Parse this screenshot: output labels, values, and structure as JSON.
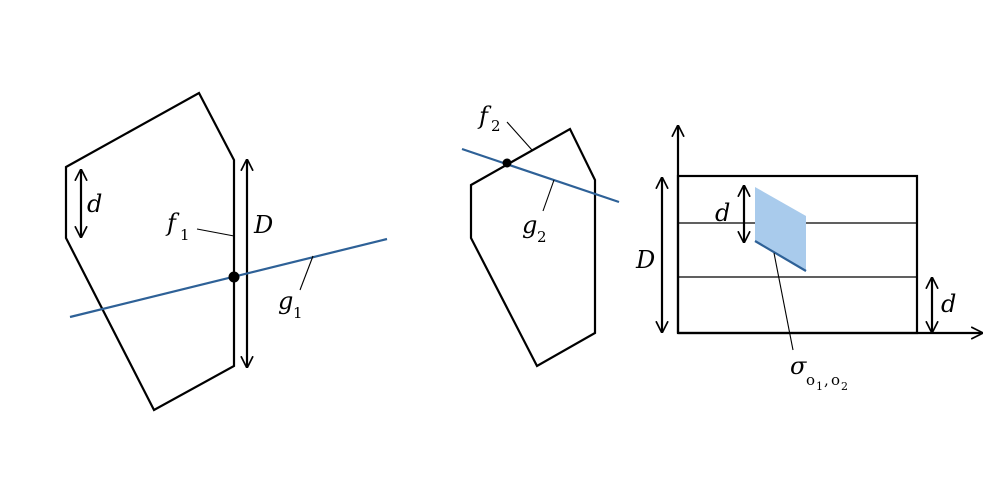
{
  "colors": {
    "ink": "#000000",
    "line_blue": "#2e6197",
    "region_fill": "#a9cbec"
  },
  "panel_left": {
    "f_label": "f",
    "f_sub": "1",
    "g_label": "g",
    "g_sub": "1",
    "d_label": "d",
    "D_label": "D"
  },
  "panel_middle": {
    "f_label": "f",
    "f_sub": "2",
    "g_label": "g",
    "g_sub": "2"
  },
  "panel_right": {
    "D_label": "D",
    "d_label_inner": "d",
    "d_label_outer": "d",
    "sigma_label": "σ",
    "sigma_sub_o1": "o",
    "sigma_sub_o1_index": "1",
    "sigma_sub_comma": ",",
    "sigma_sub_o2": "o",
    "sigma_sub_o2_index": "2"
  }
}
